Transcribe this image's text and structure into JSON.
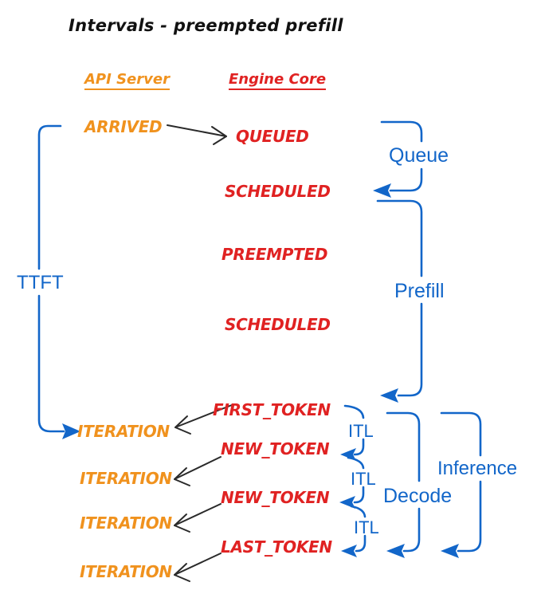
{
  "title": "Intervals - preempted prefill",
  "columns": {
    "api": {
      "label": "API Server"
    },
    "engine": {
      "label": "Engine Core"
    }
  },
  "api_events": [
    {
      "label": "ARRIVED"
    },
    {
      "label": "ITERATION"
    },
    {
      "label": "ITERATION"
    },
    {
      "label": "ITERATION"
    },
    {
      "label": "ITERATION"
    }
  ],
  "engine_events": [
    {
      "label": "QUEUED"
    },
    {
      "label": "SCHEDULED"
    },
    {
      "label": "PREEMPTED"
    },
    {
      "label": "SCHEDULED"
    },
    {
      "label": "FIRST_TOKEN"
    },
    {
      "label": "NEW_TOKEN"
    },
    {
      "label": "NEW_TOKEN"
    },
    {
      "label": "LAST_TOKEN"
    }
  ],
  "intervals": {
    "ttft": "TTFT",
    "queue": "Queue",
    "prefill": "Prefill",
    "decode": "Decode",
    "inference": "Inference",
    "itl": [
      {
        "label": "ITL"
      },
      {
        "label": "ITL"
      },
      {
        "label": "ITL"
      }
    ]
  },
  "colors": {
    "api": "#F0921E",
    "engine": "#E02222",
    "interval": "#1266C9",
    "connector": "#2a2a2a",
    "title": "#111111",
    "background": "#ffffff"
  }
}
